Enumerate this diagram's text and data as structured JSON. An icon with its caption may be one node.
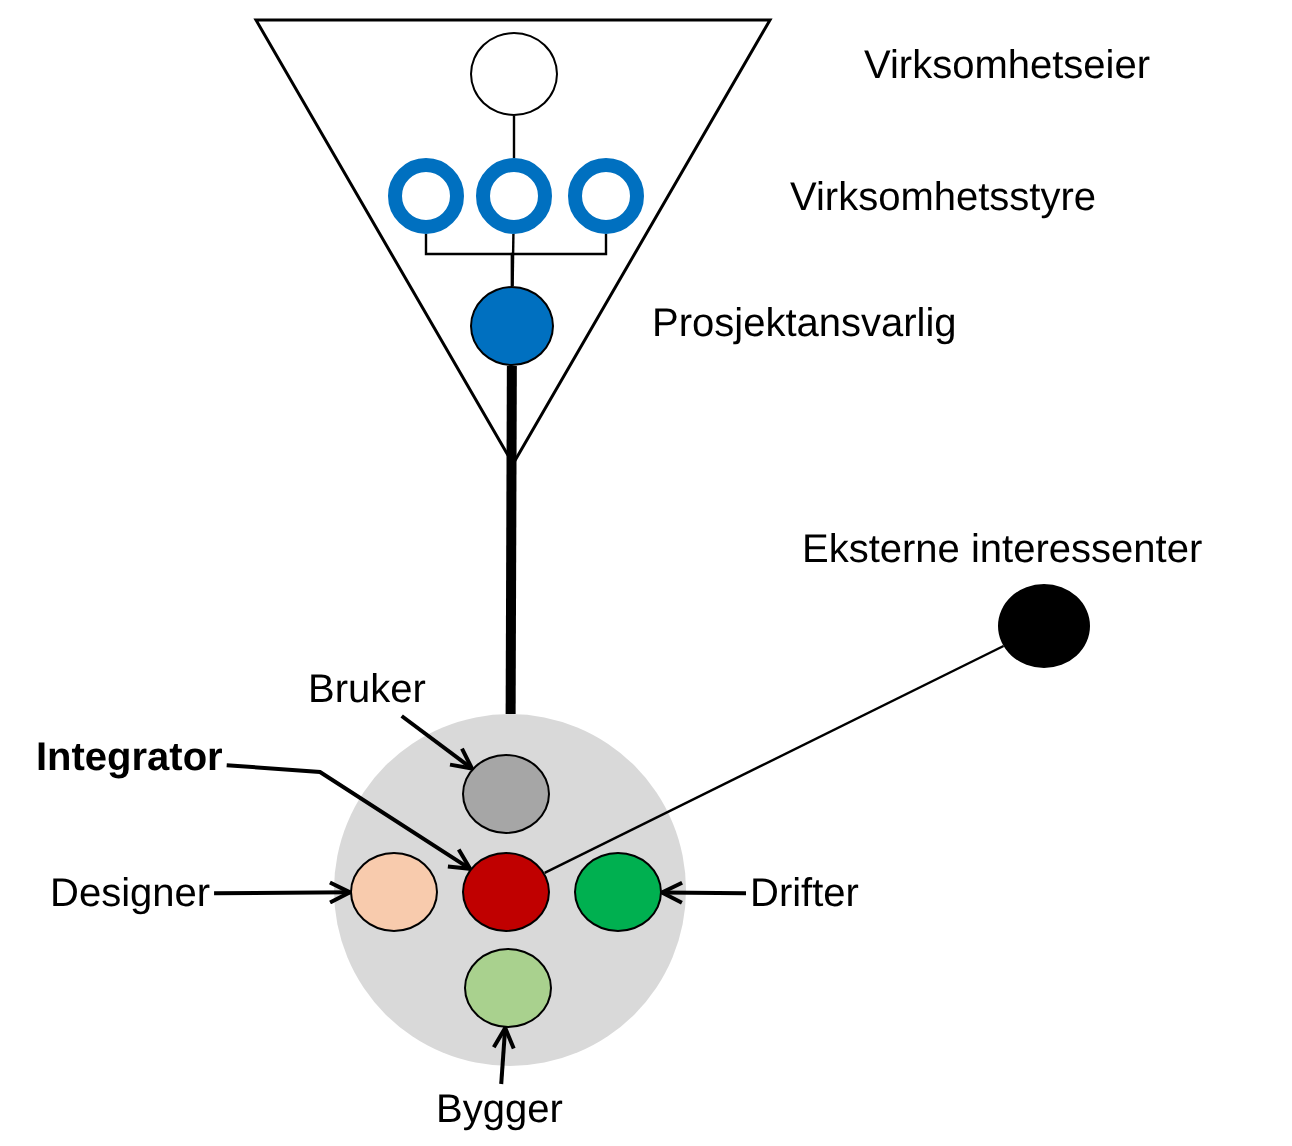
{
  "diagram": {
    "nodes": [
      {
        "text": [],
        "shape": "triangle"
      },
      {
        "text": [],
        "shape": "circle",
        "in": 0
      },
      {
        "text": [],
        "shape": "circle",
        "in": 0
      },
      {
        "text": [],
        "shape": "circle",
        "in": 0
      },
      {
        "text": [],
        "shape": "circle",
        "in": 0
      },
      {
        "text": [],
        "shape": "circle",
        "in": 0,
        "beside": [
          "Prosjektansvarlig"
        ]
      },
      {
        "text": [],
        "shape": "circle"
      },
      {
        "text": [],
        "shape": "circle",
        "in": 6
      },
      {
        "text": [],
        "shape": "circle",
        "in": 6
      },
      {
        "text": [],
        "shape": "circle",
        "in": 6
      },
      {
        "text": [],
        "shape": "circle",
        "in": 6
      },
      {
        "text": [],
        "shape": "circle",
        "in": 6
      },
      {
        "text": [],
        "shape": "circle",
        "beside": [
          "Eksterne interessenter"
        ]
      },
      {
        "text": [
          "Bruker"
        ]
      },
      {
        "text": [
          "Integrator"
        ]
      },
      {
        "text": [
          "Designer"
        ]
      },
      {
        "text": [
          "Drifter"
        ]
      },
      {
        "text": [
          "Bygger"
        ]
      }
    ],
    "edges": [
      {
        "from": 1,
        "to": 3,
        "arrow": "none"
      },
      {
        "from": 2,
        "to": 5,
        "arrow": "none"
      },
      {
        "from": 3,
        "to": 5,
        "arrow": "none"
      },
      {
        "from": 4,
        "to": 5,
        "arrow": "none"
      },
      {
        "from": 5,
        "to": 6,
        "arrow": "none",
        "style": "thick"
      },
      {
        "from": 9,
        "to": 12,
        "arrow": "none"
      },
      {
        "from": 13,
        "to": 7,
        "arrow": "to"
      },
      {
        "from": 14,
        "to": 9,
        "arrow": "to"
      },
      {
        "from": 15,
        "to": 8,
        "arrow": "to"
      },
      {
        "from": 16,
        "to": 10,
        "arrow": "to"
      },
      {
        "from": 17,
        "to": 11,
        "arrow": "to"
      }
    ],
    "labels": [
      "Virksomhetseier",
      "Virksomhetsstyre"
    ]
  }
}
